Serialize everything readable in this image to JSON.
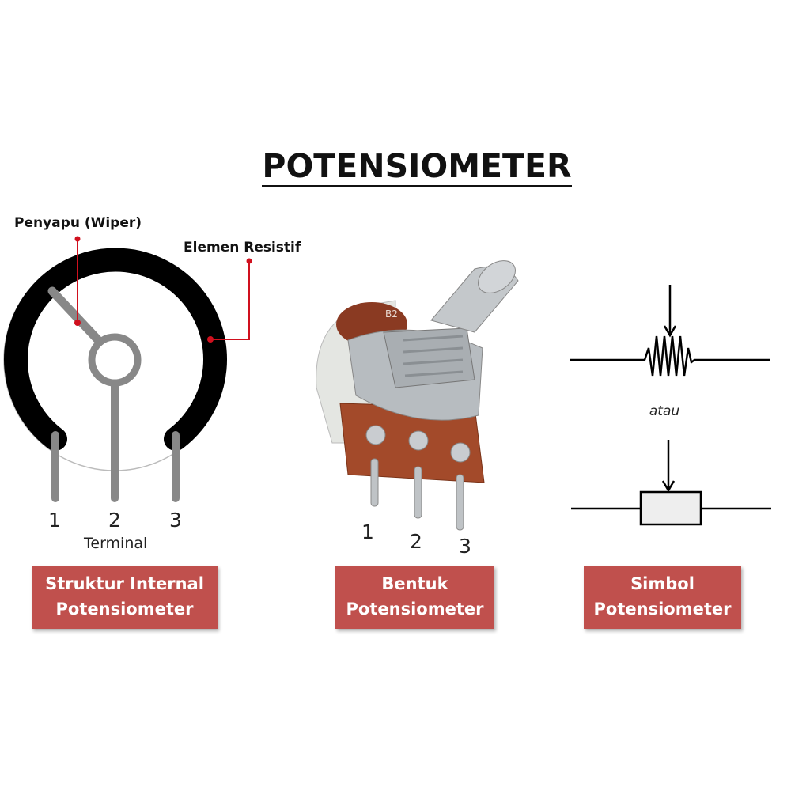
{
  "title": "POTENSIOMETER",
  "internal": {
    "wiper_label": "Penyapu (Wiper)",
    "resistive_label": "Elemen Resistif",
    "terminals": [
      "1",
      "2",
      "3"
    ],
    "terminal_label": "Terminal",
    "caption_line1": "Struktur Internal",
    "caption_line2": "Potensiometer"
  },
  "photo": {
    "body_marking": "B2",
    "pins": [
      "1",
      "2",
      "3"
    ],
    "caption_line1": "Bentuk",
    "caption_line2": "Potensiometer"
  },
  "symbol": {
    "or_label": "atau",
    "caption_line1": "Simbol",
    "caption_line2": "Potensiometer"
  },
  "colors": {
    "caption_bg": "#c0504d",
    "pointer": "#d0101e",
    "ring": "#000000",
    "terminal": "#888888"
  }
}
